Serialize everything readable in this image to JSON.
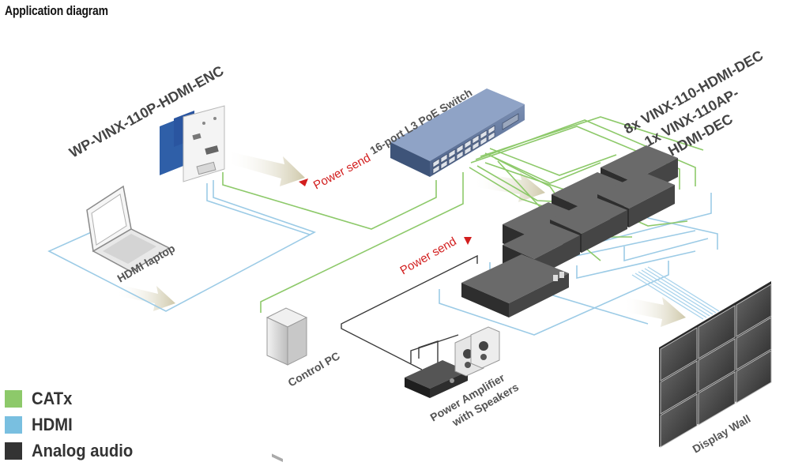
{
  "title": "Application diagram",
  "labels": {
    "encoder": "WP-VINX-110P-HDMI-ENC",
    "laptop": "HDMI laptop",
    "switch": "16-port L3 PoE Switch",
    "power_send_top": "Power send",
    "power_send_bottom": "Power send",
    "decoders_line1": "8x VINX-110-HDMI-DEC",
    "decoders_line2": "1x VINX-110AP-",
    "decoders_line3": "HDMI-DEC",
    "control_pc": "Control PC",
    "amp_line1": "Power Amplifier",
    "amp_line2": "with Speakers",
    "display_wall": "Display Wall"
  },
  "legend": [
    {
      "label": "CATx",
      "color": "#8dc96a"
    },
    {
      "label": "HDMI",
      "color": "#79bfe0"
    },
    {
      "label": "Analog audio",
      "color": "#333333"
    }
  ],
  "colors": {
    "catx": "#8dc96a",
    "hdmi": "#9ccbe6",
    "audio": "#3a3a3a",
    "power_arrow": "#d21e1e"
  }
}
